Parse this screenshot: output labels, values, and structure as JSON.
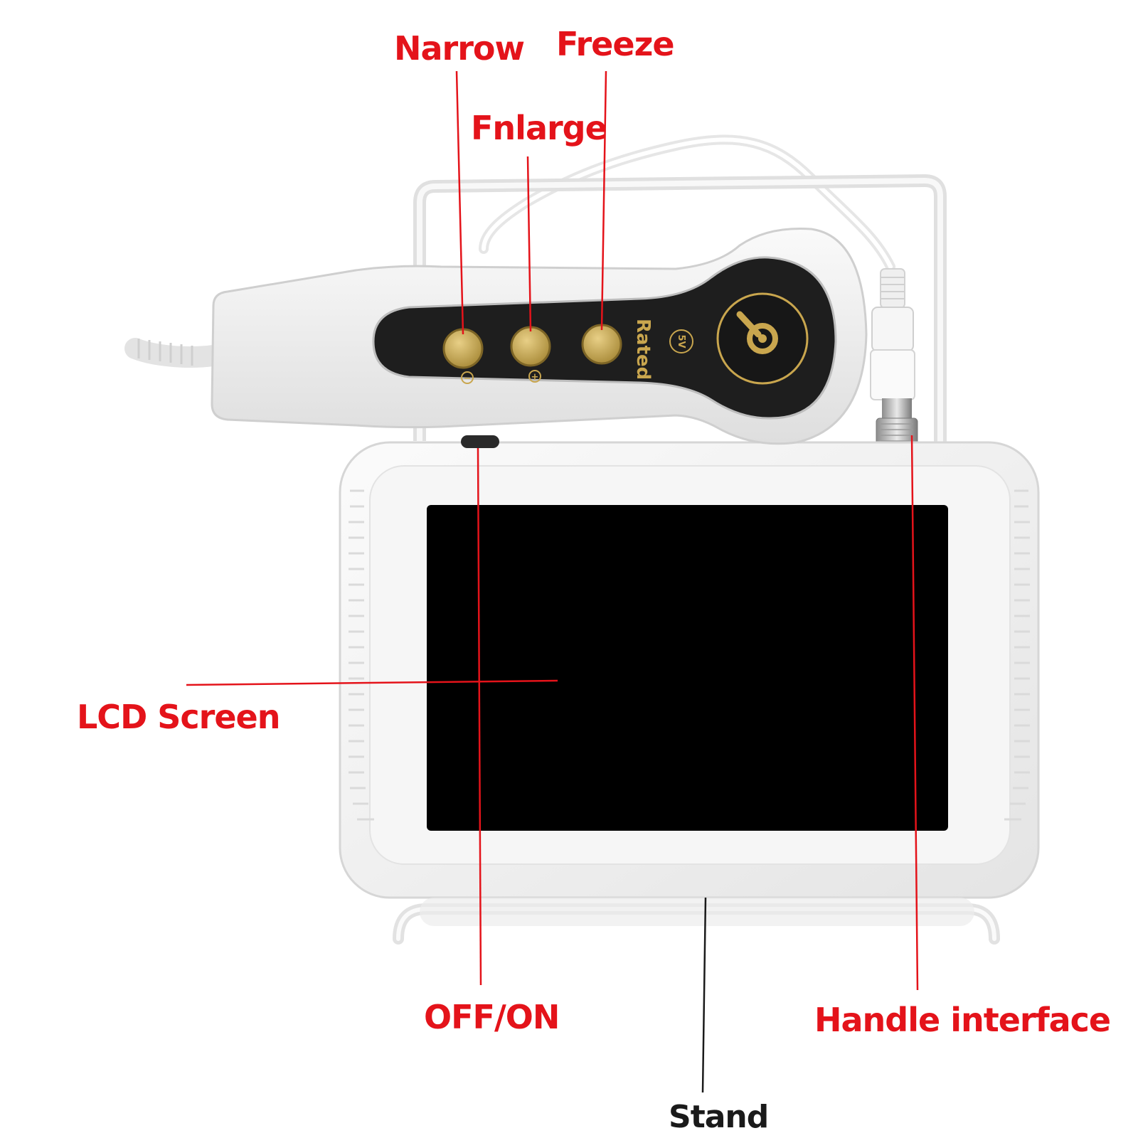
{
  "colors": {
    "callout_red": "#e4131a",
    "callout_black": "#1a1a1a",
    "device_body": "#f1f1f1",
    "screen": "#000000",
    "panel": "#1e1e1e",
    "button_gold": "#c9a64e"
  },
  "labels": {
    "narrow": "Narrow",
    "freeze": "Freeze",
    "enlarge": "Fnlarge",
    "lcd_screen": "LCD Screen",
    "off_on": "OFF/ON",
    "handle_interface": "Handle interface",
    "stand": "Stand"
  },
  "device": {
    "rated_text": "Rated",
    "voltage_text": "5V",
    "minus_symbol": "−",
    "plus_symbol": "+"
  },
  "icons": {
    "power_button": "power-icon",
    "narrow_button": "minus-icon",
    "enlarge_button": "plus-icon"
  }
}
